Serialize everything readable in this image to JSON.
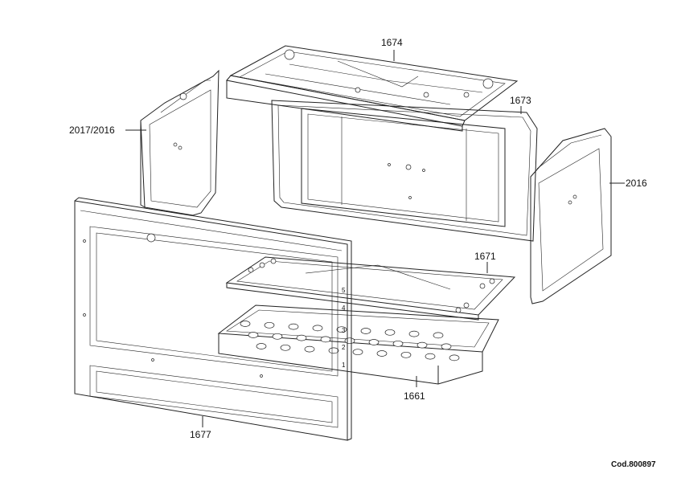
{
  "labels": {
    "top_panel": "1674",
    "back_panel": "1673",
    "left_side": "2017/2016",
    "right_side": "2016",
    "grill_plate": "1671",
    "bottom_tray": "1661",
    "front_frame": "1677"
  },
  "code": "Cod.800897",
  "shelf_numbers": [
    "1",
    "2",
    "3",
    "4",
    "5"
  ]
}
